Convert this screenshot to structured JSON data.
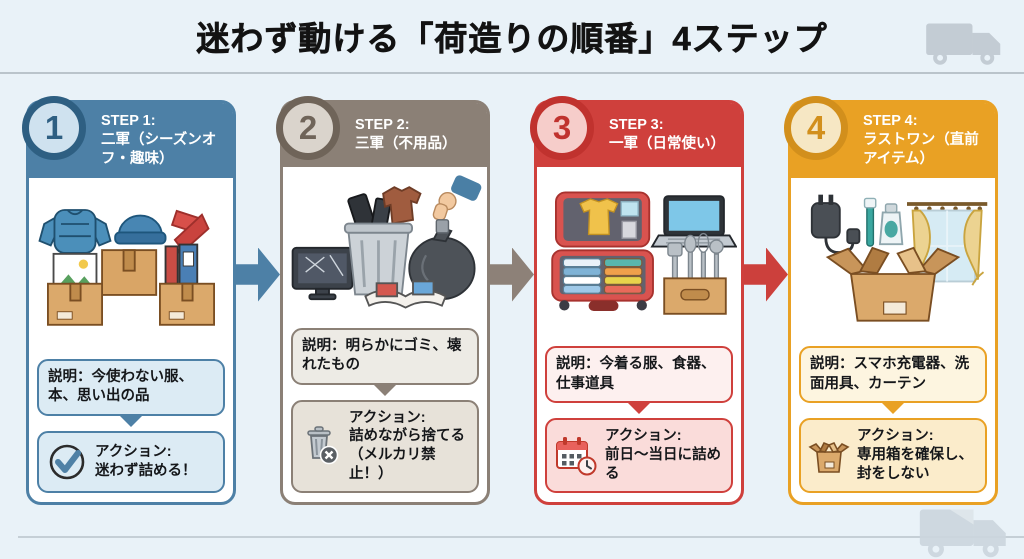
{
  "title": "迷わず動ける「荷造りの順番」4ステップ",
  "background_color": "#e9f2f8",
  "divider_color": "#bac4cb",
  "truck_icon": "truck-icon",
  "steps": [
    {
      "number": "1",
      "label": "STEP 1:",
      "name": "二軍（シーズンオフ・趣味）",
      "description": "説明：今使わない服、本、思い出の品",
      "action_label": "アクション:",
      "action_text": "迷わず詰める！",
      "action_icon": "check-circle-icon",
      "illustration": "off-season-clothes-books-boxes",
      "colors": {
        "accent": "#4d80a6",
        "badge_ring": "#2e5f82",
        "badge_bg": "#cfe2ef",
        "tint": "#dcebf4",
        "action_tint": "#dcebf4"
      }
    },
    {
      "number": "2",
      "label": "STEP 2:",
      "name": "三軍（不用品）",
      "description": "説明：明らかにゴミ、壊れたもの",
      "action_label": "アクション:",
      "action_text": "詰めながら捨てる（メルカリ禁止！）",
      "action_icon": "trash-x-icon",
      "illustration": "trash-broken-items-garbage-bag",
      "colors": {
        "accent": "#8b8076",
        "badge_ring": "#6f6459",
        "badge_bg": "#dad4cc",
        "tint": "#edebe5",
        "action_tint": "#e7e2d9"
      }
    },
    {
      "number": "3",
      "label": "STEP 3:",
      "name": "一軍（日常使い）",
      "description": "説明：今着る服、食器、仕事道具",
      "action_label": "アクション:",
      "action_text": "前日〜当日に詰める",
      "action_icon": "calendar-clock-icon",
      "illustration": "open-suitcase-laptop-utensils",
      "colors": {
        "accent": "#cf403c",
        "badge_ring": "#c0322e",
        "badge_bg": "#f6cdca",
        "tint": "#fdf0ef",
        "action_tint": "#fadcda"
      }
    },
    {
      "number": "4",
      "label": "STEP 4:",
      "name": "ラストワン（直前アイテム）",
      "description": "説明：スマホ充電器、洗面用具、カーテン",
      "action_label": "アクション:",
      "action_text": "専用箱を確保し、封をしない",
      "action_icon": "open-box-icon",
      "illustration": "charger-toiletries-curtain-open-box",
      "colors": {
        "accent": "#e9a124",
        "badge_ring": "#d28f1c",
        "badge_bg": "#f6e7c4",
        "tint": "#fdf5e0",
        "action_tint": "#fbeccb"
      }
    }
  ],
  "flow_arrows": [
    {
      "name": "arrow-step1-to-step2",
      "color": "#4d80a6"
    },
    {
      "name": "arrow-step2-to-step3",
      "color": "#8d8178"
    },
    {
      "name": "arrow-step3-to-step4",
      "color": "#cc403c"
    }
  ]
}
